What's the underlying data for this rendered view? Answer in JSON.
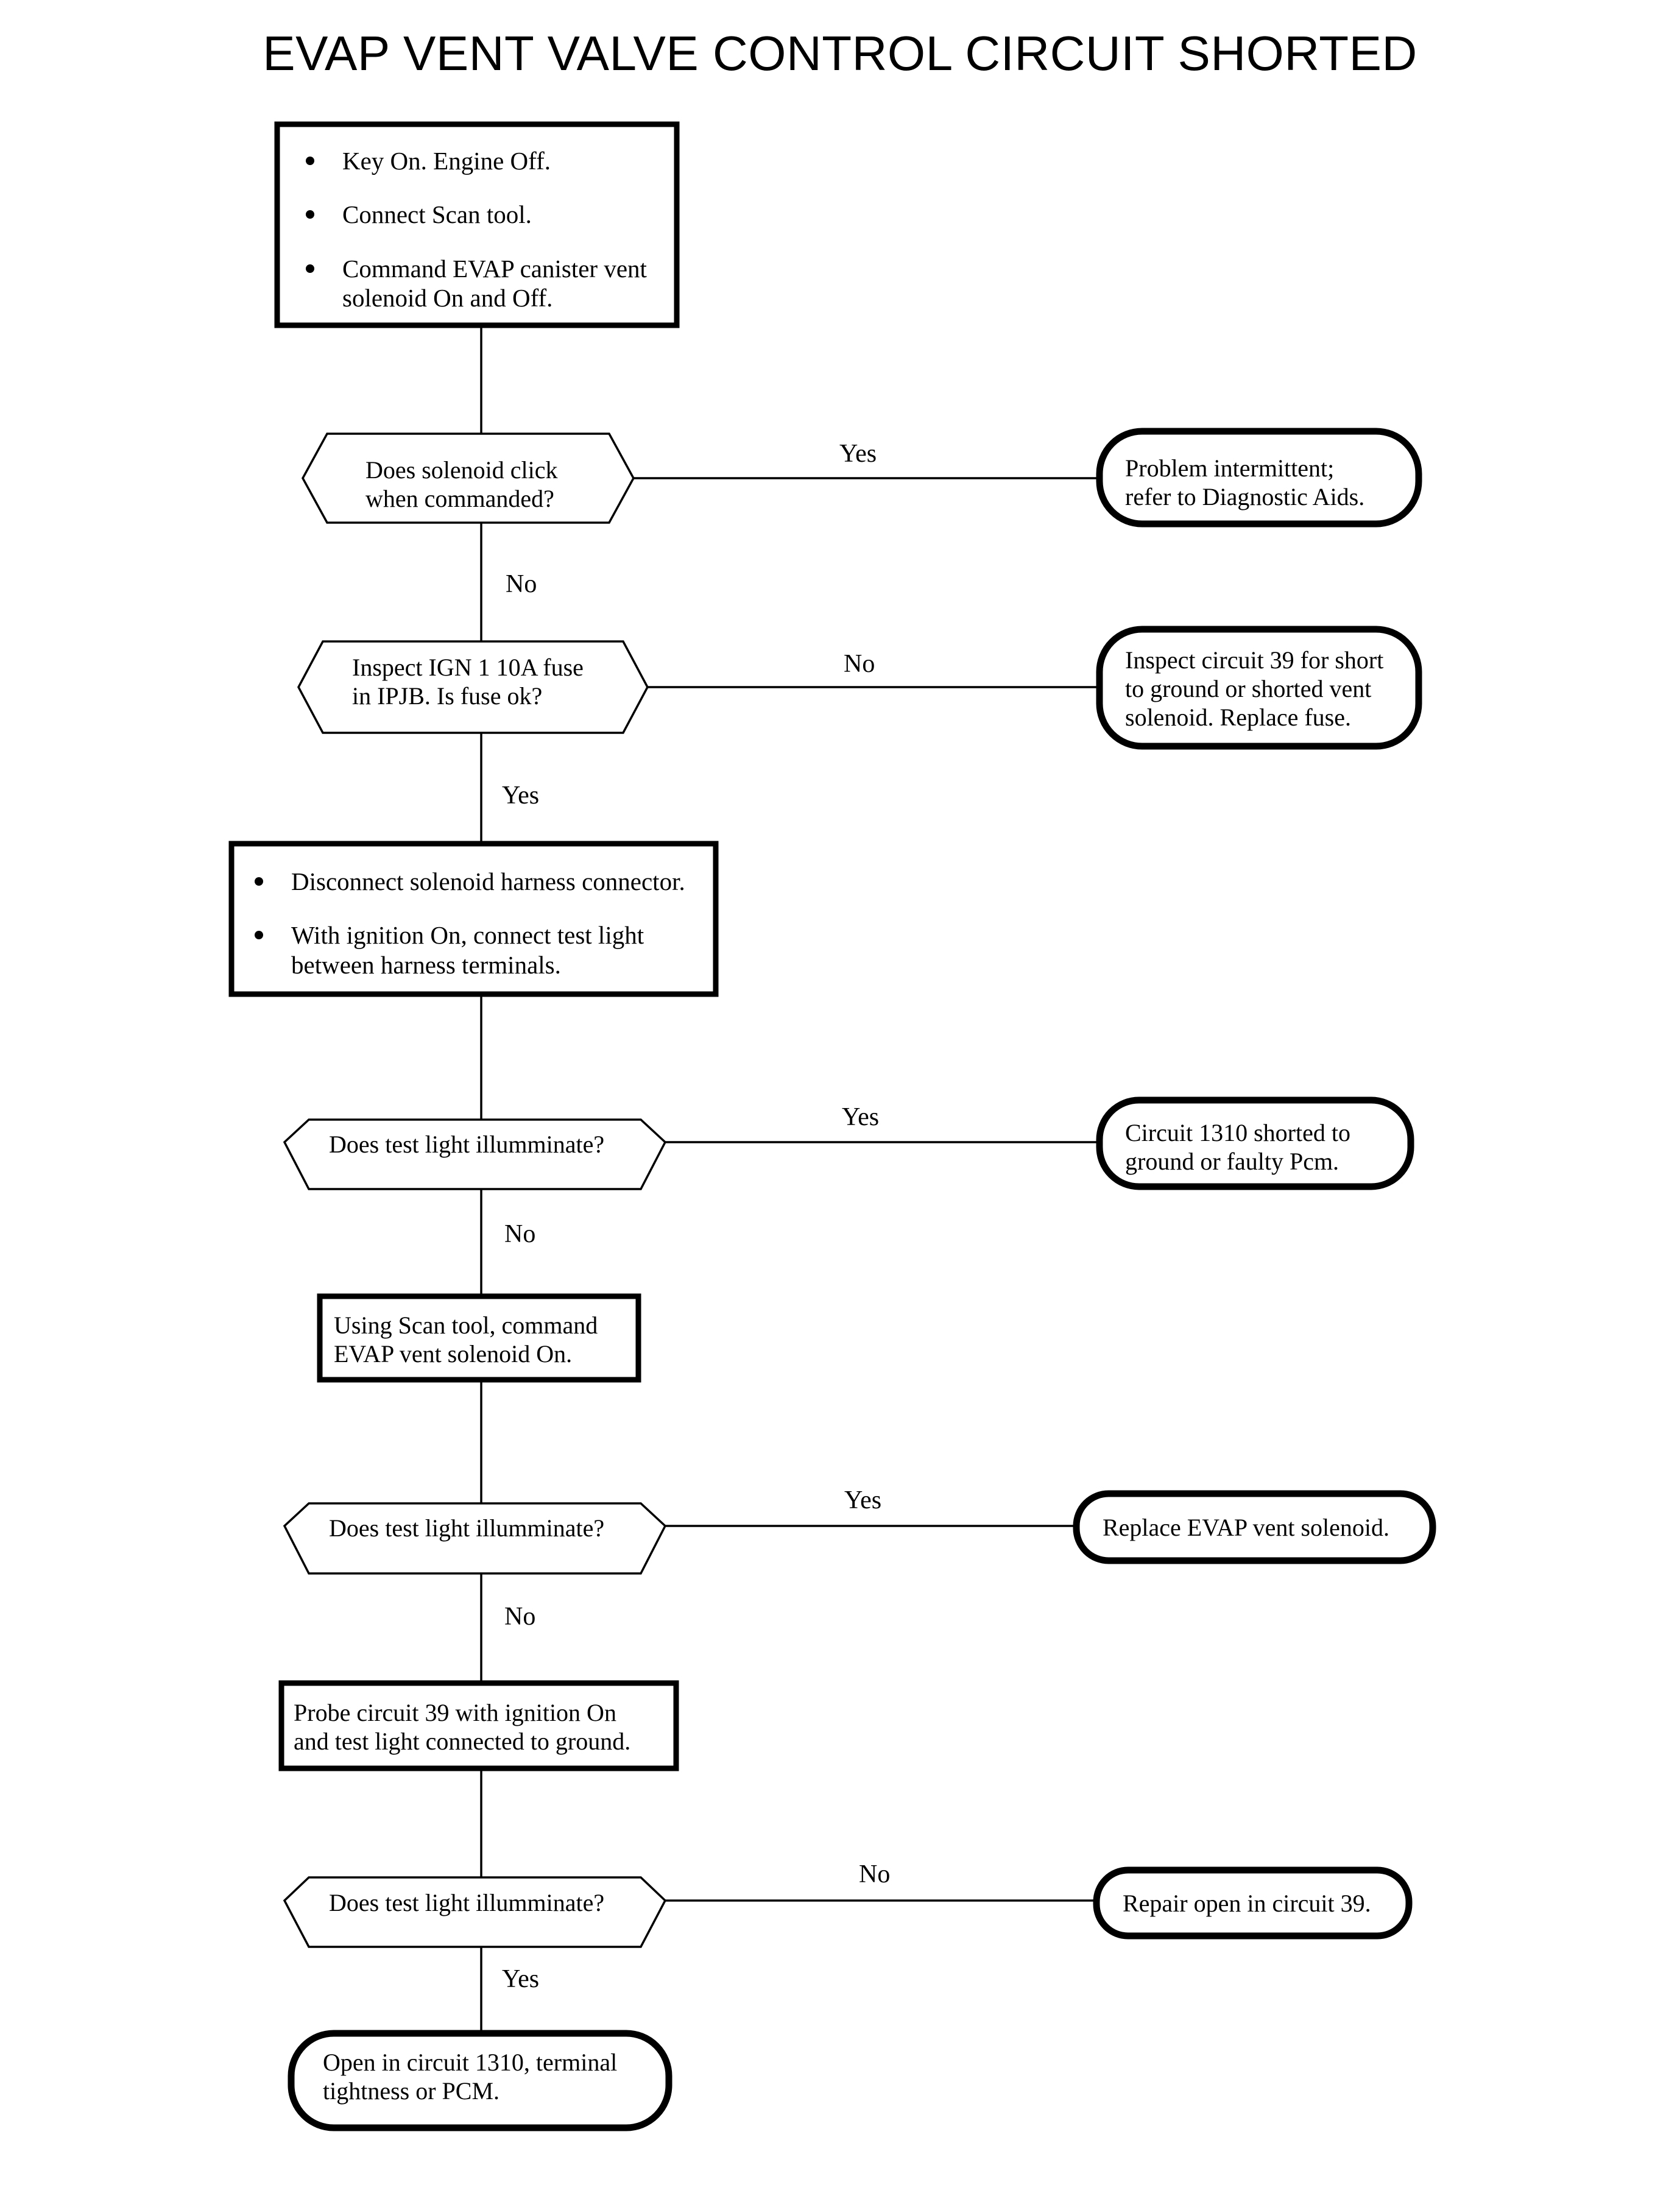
{
  "title": "EVAP VENT VALVE CONTROL CIRCUIT SHORTED",
  "diagram": {
    "type": "flowchart",
    "orientation": "top-to-bottom",
    "nodes": [
      {
        "id": "start-steps",
        "shape": "process",
        "bullets": [
          "Key On. Engine Off.",
          "Connect Scan tool.",
          "Command EVAP canister vent solenoid On and Off."
        ]
      },
      {
        "id": "q-solenoid-click",
        "shape": "decision",
        "text": "Does solenoid click\nwhen commanded?"
      },
      {
        "id": "r-intermittent",
        "shape": "terminator",
        "text": "Problem intermittent;\nrefer to Diagnostic Aids."
      },
      {
        "id": "q-fuse-ok",
        "shape": "decision",
        "text": "Inspect IGN 1 10A fuse\nin IPJB. Is fuse ok?"
      },
      {
        "id": "r-inspect-39",
        "shape": "terminator",
        "text": "Inspect circuit 39 for short\nto ground or shorted vent\nsolenoid. Replace fuse."
      },
      {
        "id": "steps-disconnect",
        "shape": "process",
        "bullets": [
          "Disconnect solenoid harness connector.",
          "With ignition On, connect test light between harness terminals."
        ]
      },
      {
        "id": "q-testlight-1",
        "shape": "decision",
        "text": "Does test light illumminate?"
      },
      {
        "id": "r-1310-shorted",
        "shape": "terminator",
        "text": "Circuit 1310 shorted to\nground or faulty Pcm."
      },
      {
        "id": "step-scan-command",
        "shape": "process",
        "text": "Using Scan tool, command\nEVAP vent solenoid On."
      },
      {
        "id": "q-testlight-2",
        "shape": "decision",
        "text": "Does test light illumminate?"
      },
      {
        "id": "r-replace-solenoid",
        "shape": "terminator",
        "text": "Replace EVAP vent solenoid."
      },
      {
        "id": "step-probe-39",
        "shape": "process",
        "text": "Probe circuit 39 with ignition On\nand test light connected to ground."
      },
      {
        "id": "q-testlight-3",
        "shape": "decision",
        "text": "Does test light illumminate?"
      },
      {
        "id": "r-repair-open-39",
        "shape": "terminator",
        "text": "Repair open in circuit 39."
      },
      {
        "id": "r-open-1310",
        "shape": "terminator",
        "text": "Open in circuit 1310, terminal\ntightness or PCM."
      }
    ],
    "edges": [
      {
        "from": "start-steps",
        "to": "q-solenoid-click",
        "label": ""
      },
      {
        "from": "q-solenoid-click",
        "to": "r-intermittent",
        "label": "Yes"
      },
      {
        "from": "q-solenoid-click",
        "to": "q-fuse-ok",
        "label": "No"
      },
      {
        "from": "q-fuse-ok",
        "to": "r-inspect-39",
        "label": "No"
      },
      {
        "from": "q-fuse-ok",
        "to": "steps-disconnect",
        "label": "Yes"
      },
      {
        "from": "steps-disconnect",
        "to": "q-testlight-1",
        "label": ""
      },
      {
        "from": "q-testlight-1",
        "to": "r-1310-shorted",
        "label": "Yes"
      },
      {
        "from": "q-testlight-1",
        "to": "step-scan-command",
        "label": "No"
      },
      {
        "from": "step-scan-command",
        "to": "q-testlight-2",
        "label": ""
      },
      {
        "from": "q-testlight-2",
        "to": "r-replace-solenoid",
        "label": "Yes"
      },
      {
        "from": "q-testlight-2",
        "to": "step-probe-39",
        "label": "No"
      },
      {
        "from": "step-probe-39",
        "to": "q-testlight-3",
        "label": ""
      },
      {
        "from": "q-testlight-3",
        "to": "r-repair-open-39",
        "label": "No"
      },
      {
        "from": "q-testlight-3",
        "to": "r-open-1310",
        "label": "Yes"
      }
    ],
    "edge_labels": {
      "yes_click": "Yes",
      "no_click": "No",
      "no_fuse": "No",
      "yes_fuse": "Yes",
      "yes_tl1": "Yes",
      "no_tl1": "No",
      "yes_tl2": "Yes",
      "no_tl2": "No",
      "no_tl3": "No",
      "yes_tl3": "Yes"
    },
    "colors": {
      "stroke": "#000000",
      "fill": "#ffffff",
      "text": "#000000"
    }
  }
}
